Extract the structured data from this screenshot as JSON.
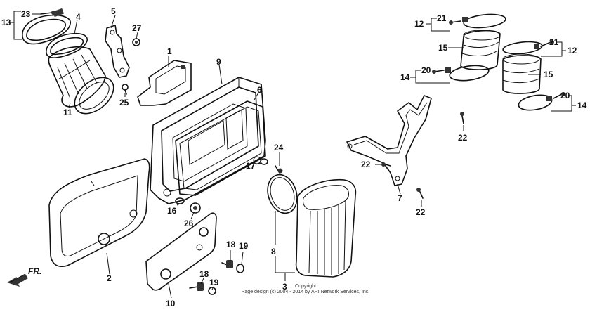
{
  "diagram": {
    "callouts": [
      "1",
      "2",
      "3",
      "4",
      "5",
      "6",
      "7",
      "8",
      "9",
      "10",
      "11",
      "12",
      "13",
      "14",
      "15",
      "16",
      "17",
      "18",
      "19",
      "20",
      "21",
      "22",
      "23",
      "24",
      "25",
      "26",
      "27"
    ],
    "direction_label": "FR.",
    "copyright": [
      "Copyright",
      "Page design (c) 2004 - 2014 by ARI Network Services, Inc."
    ]
  }
}
